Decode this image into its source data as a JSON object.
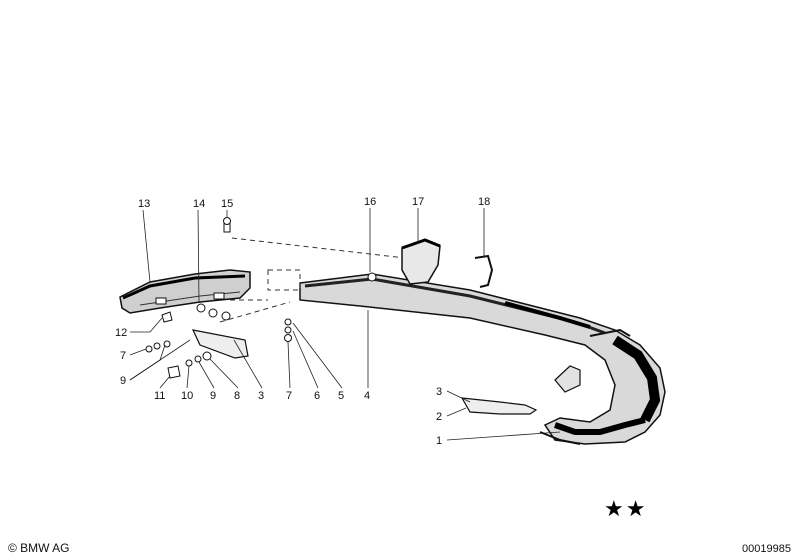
{
  "part_labels": {
    "p1": "1",
    "p2": "2",
    "p3a": "3",
    "p3b": "3",
    "p4": "4",
    "p5": "5",
    "p6": "6",
    "p7a": "7",
    "p7b": "7",
    "p8": "8",
    "p9a": "9",
    "p9b": "9",
    "p10": "10",
    "p11": "11",
    "p12": "12",
    "p13": "13",
    "p14": "14",
    "p15": "15",
    "p16": "16",
    "p17": "17",
    "p18": "18"
  },
  "footer": {
    "copyright": "© BMW AG",
    "document_number": "00019985",
    "stars": "★★"
  }
}
